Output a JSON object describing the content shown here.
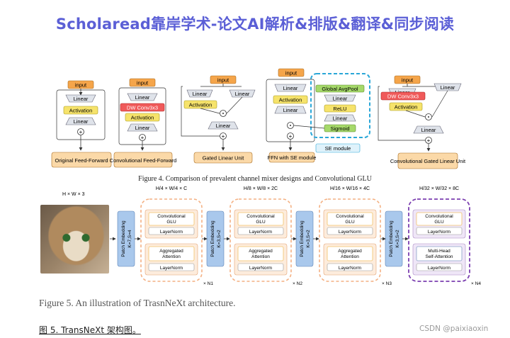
{
  "banner": "Scholaread靠岸学术-论文AI解析&排版&翻译&同步阅读",
  "figure4": {
    "caption": "Figure 4. Comparison of prevalent channel mixer designs and Convolutional GLU",
    "blocks": [
      {
        "input": "input",
        "ops": [
          "Linear",
          "Activation",
          "Linear"
        ],
        "title": "Original Feed-Forward"
      },
      {
        "input": "input",
        "ops": [
          "Linear",
          "DW Conv3x3",
          "Activation",
          "Linear"
        ],
        "title": "Convolutional Feed-Forward"
      },
      {
        "input": "input",
        "left_ops": [
          "Linear",
          "Activation"
        ],
        "right_ops": [
          "Linear"
        ],
        "out_op": "Linear",
        "title": "Gated Linear Unit"
      },
      {
        "input": "input",
        "ops": [
          "Linear",
          "Activation",
          "Linear"
        ],
        "se_ops": [
          "Global AvgPool",
          "Linear",
          "ReLU",
          "Linear",
          "Sigmoid"
        ],
        "se_label": "SE module",
        "title": "FFN with SE module"
      },
      {
        "input": "input",
        "left_ops": [
          "Linear",
          "DW Conv3x3",
          "Activation"
        ],
        "right_ops": [
          "Linear"
        ],
        "out_op": "Linear",
        "title": "Convolutional Gated Linear Unit"
      }
    ]
  },
  "figure5": {
    "caption": "Figure 5. An illustration of TrasnNeXt architecture.",
    "input_dim": "H × W × 3",
    "patch_embeddings": [
      {
        "line1": "Patch Embedding",
        "line2": "K=7,S=4"
      },
      {
        "line1": "Patch Embedding",
        "line2": "K=3,S=2"
      },
      {
        "line1": "Patch Embedding",
        "line2": "K=3,S=2"
      },
      {
        "line1": "Patch Embedding",
        "line2": "K=3,S=2"
      }
    ],
    "stages": [
      {
        "dim": "H/4 × W/4 × C",
        "upper": "Convolutional GLU",
        "norm": "LayerNorm",
        "lower": "Aggregated Attention",
        "repeat": "× N1"
      },
      {
        "dim": "H/8 × W/8 × 2C",
        "upper": "Convolutional GLU",
        "norm": "LayerNorm",
        "lower": "Aggregated Attention",
        "repeat": "× N2"
      },
      {
        "dim": "H/16 × W/16 × 4C",
        "upper": "Convolutional GLU",
        "norm": "LayerNorm",
        "lower": "Aggregated Attention",
        "repeat": "× N3"
      },
      {
        "dim": "H/32 × W/32 × 8C",
        "upper": "Convolutional GLU",
        "norm": "LayerNorm",
        "lower": "Multi-Head Self-Attention",
        "repeat": "× N4"
      }
    ]
  },
  "cn_caption": "图 5. TransNeXt 架构图。",
  "watermark": "CSDN @paixiaoxin",
  "colors": {
    "banner": "#5b5fd6",
    "input": "#f5a54a",
    "linear": "#dfe3ea",
    "activation": "#f6e36b",
    "dwconv": "#f05a5a",
    "title_box": "#fbd9a8",
    "se_green": "#a6d96a",
    "se_border": "#2aa7d8",
    "stage_orange": "#f4b183",
    "stage_purple": "#7b3fb0",
    "patch_blue": "#a9c8ec"
  }
}
